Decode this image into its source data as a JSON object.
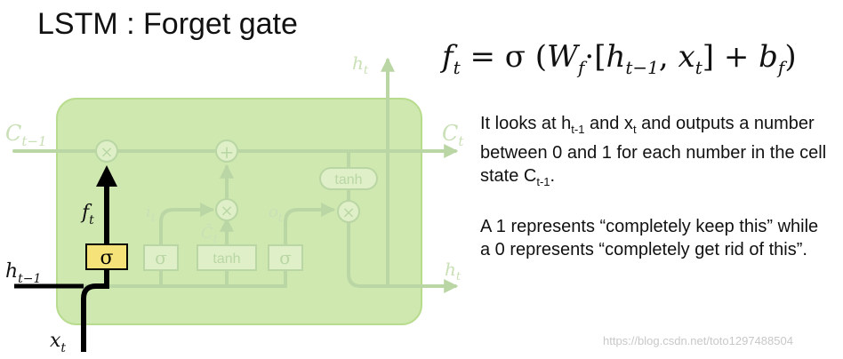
{
  "title": "LSTM : Forget gate",
  "equation": {
    "f": "f",
    "f_sub": "t",
    "eq": " = σ (",
    "W": "W",
    "W_sub": "f",
    "dot": "·[",
    "h": "h",
    "h_sub": "t−1",
    "comma": ", ",
    "x": "x",
    "x_sub": "t",
    "close": "]  +  ",
    "b": "b",
    "b_sub": "f",
    "end": ")"
  },
  "description": {
    "p1": {
      "a": "It looks at h",
      "a_sub": "t-1",
      "b": " and x",
      "b_sub": "t",
      "c": " and outputs a number between 0 and 1 for each number in the cell state C",
      "c_sub": "t-1",
      "d": "."
    },
    "p2": "A 1 represents “completely keep this” while a 0 represents “completely get rid of this”."
  },
  "diagram": {
    "labels": {
      "c_prev": "C",
      "c_prev_sub": "t−1",
      "c_next": "C",
      "c_next_sub": "t",
      "h_top": "h",
      "h_top_sub": "t",
      "h_prev": "h",
      "h_prev_sub": "t−1",
      "h_next": "h",
      "h_next_sub": "t",
      "x_in": "x",
      "x_in_sub": "t",
      "f": "f",
      "f_sub": "t",
      "i": "i",
      "i_sub": "t",
      "c_tilde": "C̃",
      "c_tilde_sub": "t",
      "o": "o",
      "o_sub": "t"
    },
    "ops": {
      "mult": "×",
      "plus": "+",
      "tanh": "tanh"
    },
    "gates": {
      "forget": "σ",
      "input": "σ",
      "candidate": "tanh",
      "output": "σ"
    },
    "colors": {
      "cell_fill": "#cfe8b0",
      "cell_stroke": "#b8dc8e",
      "faded_line": "#b9d6a4",
      "faded_text": "#c9dfb6",
      "highlight": "#000000",
      "gate_fill": "#f5e279",
      "gate_stroke": "#000000"
    }
  },
  "watermark": "https://blog.csdn.net/toto1297488504"
}
